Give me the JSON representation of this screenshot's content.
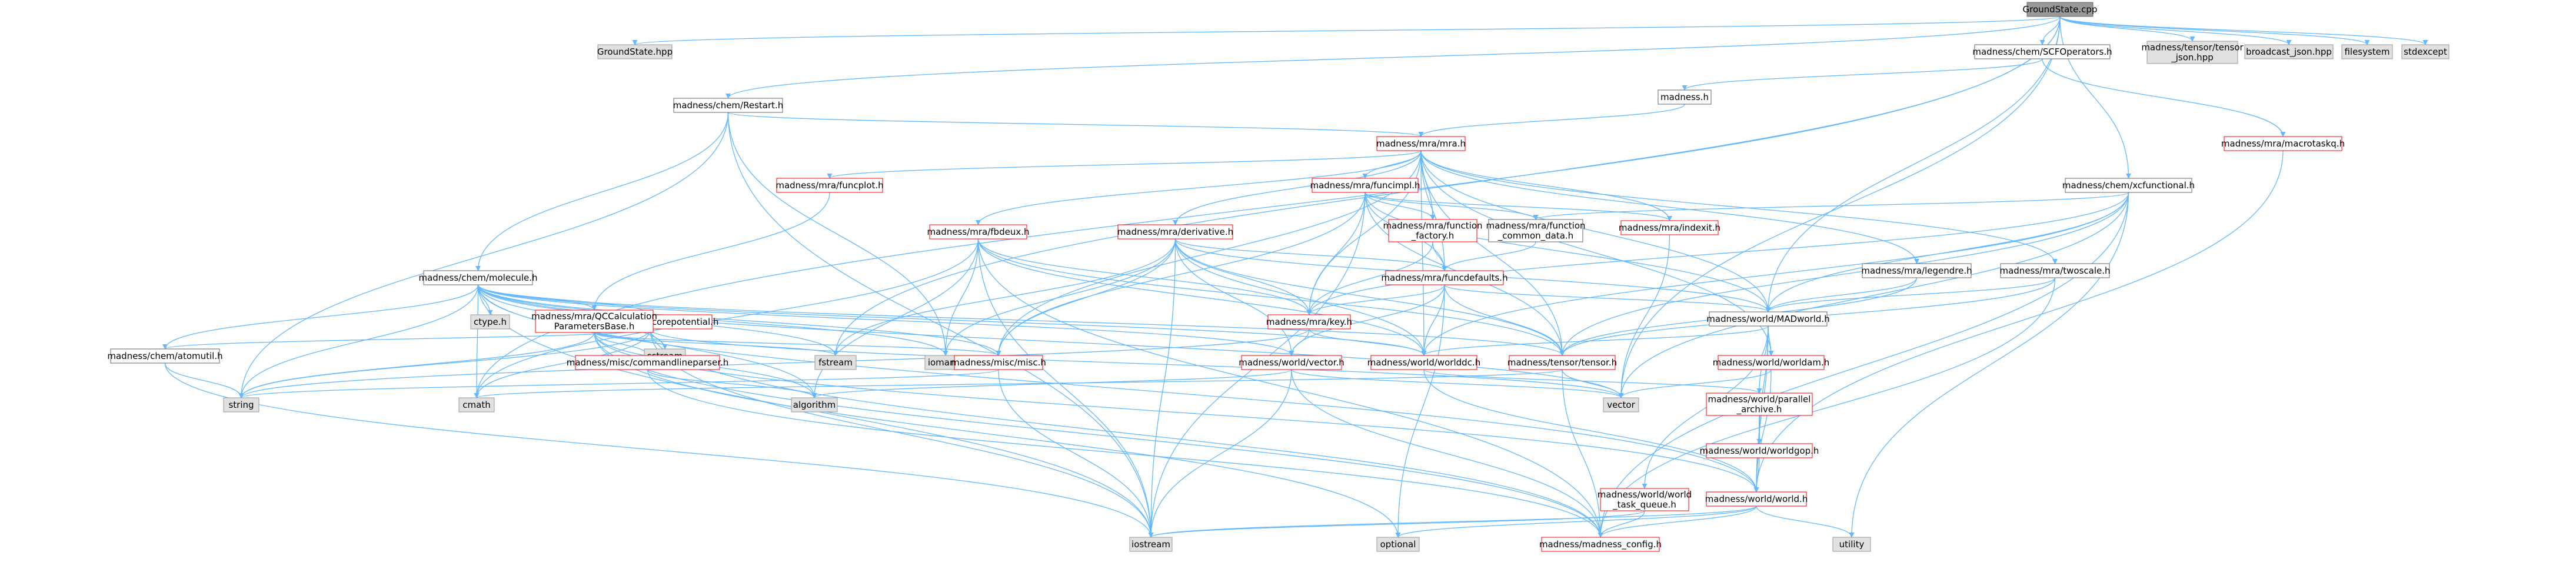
{
  "graph": {
    "colors": {
      "root_fill": "#999999",
      "gray_fill": "#e0e0e0",
      "white_fill": "#ffffff",
      "red": "#ff0000",
      "gray_border": "#999999",
      "edge": "#63b8ff",
      "edge_dark": "#1e90ff"
    },
    "nodes": [
      {
        "id": "groundstate_cpp",
        "lines": [
          "GroundState.cpp"
        ],
        "style": "root"
      },
      {
        "id": "groundstate_hpp",
        "lines": [
          "GroundState.hpp"
        ],
        "style": "gray"
      },
      {
        "id": "restart_h",
        "lines": [
          "madness/chem/Restart.h"
        ],
        "style": "normal"
      },
      {
        "id": "scfoperators_h",
        "lines": [
          "madness/chem/SCFOperators.h"
        ],
        "style": "normal"
      },
      {
        "id": "tensor_json_hpp",
        "lines": [
          "madness/tensor/tensor",
          "_json.hpp"
        ],
        "style": "gray"
      },
      {
        "id": "broadcast_json_hpp",
        "lines": [
          "broadcast_json.hpp"
        ],
        "style": "gray"
      },
      {
        "id": "filesystem",
        "lines": [
          "filesystem"
        ],
        "style": "gray"
      },
      {
        "id": "stdexcept",
        "lines": [
          "stdexcept"
        ],
        "style": "gray"
      },
      {
        "id": "madness_h",
        "lines": [
          "madness.h"
        ],
        "style": "normal"
      },
      {
        "id": "mra_h",
        "lines": [
          "madness/mra/mra.h"
        ],
        "style": "red"
      },
      {
        "id": "macrotaskq_h",
        "lines": [
          "madness/mra/macrotaskq.h"
        ],
        "style": "red"
      },
      {
        "id": "funcplot_h",
        "lines": [
          "madness/mra/funcplot.h"
        ],
        "style": "red"
      },
      {
        "id": "funcimpl_h",
        "lines": [
          "madness/mra/funcimpl.h"
        ],
        "style": "red"
      },
      {
        "id": "scfunctional_h",
        "lines": [
          "madness/chem/xcfunctional.h"
        ],
        "style": "normal"
      },
      {
        "id": "fbdeux_h",
        "lines": [
          "madness/mra/fbdeux.h"
        ],
        "style": "red"
      },
      {
        "id": "derivative_h",
        "lines": [
          "madness/mra/derivative.h"
        ],
        "style": "red"
      },
      {
        "id": "function_factory_h",
        "lines": [
          "madness/mra/function",
          "_factory.h"
        ],
        "style": "red"
      },
      {
        "id": "function_common_h",
        "lines": [
          "madness/mra/function",
          "_common_data.h"
        ],
        "style": "normal"
      },
      {
        "id": "indexit_h",
        "lines": [
          "madness/mra/indexit.h"
        ],
        "style": "red"
      },
      {
        "id": "legendre_h",
        "lines": [
          "madness/mra/legendre.h"
        ],
        "style": "normal"
      },
      {
        "id": "twoscale_h",
        "lines": [
          "madness/mra/twoscale.h"
        ],
        "style": "normal"
      },
      {
        "id": "molecule_h",
        "lines": [
          "madness/chem/molecule.h"
        ],
        "style": "normal"
      },
      {
        "id": "funcdefaults_h",
        "lines": [
          "madness/mra/funcdefaults.h"
        ],
        "style": "red"
      },
      {
        "id": "madworld_h",
        "lines": [
          "madness/world/MADworld.h"
        ],
        "style": "normal"
      },
      {
        "id": "ctype_h",
        "lines": [
          "ctype.h"
        ],
        "style": "gray"
      },
      {
        "id": "corepotential_h",
        "lines": [
          "madness/chem/corepotential.h"
        ],
        "style": "red"
      },
      {
        "id": "qccalc_h",
        "lines": [
          "madness/mra/QCCalculation",
          "ParametersBase.h"
        ],
        "style": "red"
      },
      {
        "id": "key_h",
        "lines": [
          "madness/mra/key.h"
        ],
        "style": "red"
      },
      {
        "id": "atomutil_h",
        "lines": [
          "madness/chem/atomutil.h"
        ],
        "style": "normal"
      },
      {
        "id": "sstream",
        "lines": [
          "sstream"
        ],
        "style": "gray"
      },
      {
        "id": "cmdparser_h",
        "lines": [
          "madness/misc/commandlineparser.h"
        ],
        "style": "red"
      },
      {
        "id": "fstream",
        "lines": [
          "fstream"
        ],
        "style": "gray"
      },
      {
        "id": "iomanip",
        "lines": [
          "iomanip"
        ],
        "style": "gray"
      },
      {
        "id": "misc_h",
        "lines": [
          "madness/misc/misc.h"
        ],
        "style": "red"
      },
      {
        "id": "vector_h",
        "lines": [
          "madness/world/vector.h"
        ],
        "style": "red"
      },
      {
        "id": "worlddc_h",
        "lines": [
          "madness/world/worlddc.h"
        ],
        "style": "red"
      },
      {
        "id": "tensor_h",
        "lines": [
          "madness/tensor/tensor.h"
        ],
        "style": "red"
      },
      {
        "id": "worldam_h",
        "lines": [
          "madness/world/worldam.h"
        ],
        "style": "red"
      },
      {
        "id": "string",
        "lines": [
          "string"
        ],
        "style": "gray"
      },
      {
        "id": "cmath",
        "lines": [
          "cmath"
        ],
        "style": "gray"
      },
      {
        "id": "algorithm",
        "lines": [
          "algorithm"
        ],
        "style": "gray"
      },
      {
        "id": "vector",
        "lines": [
          "vector"
        ],
        "style": "gray"
      },
      {
        "id": "parallel_archive_h",
        "lines": [
          "madness/world/parallel",
          "_archive.h"
        ],
        "style": "red"
      },
      {
        "id": "worldgop_h",
        "lines": [
          "madness/world/worldgop.h"
        ],
        "style": "red"
      },
      {
        "id": "world_task_queue_h",
        "lines": [
          "madness/world/world",
          "_task_queue.h"
        ],
        "style": "red"
      },
      {
        "id": "world_h",
        "lines": [
          "madness/world/world.h"
        ],
        "style": "red"
      },
      {
        "id": "optional",
        "lines": [
          "optional"
        ],
        "style": "gray"
      },
      {
        "id": "utility",
        "lines": [
          "utility"
        ],
        "style": "gray"
      },
      {
        "id": "iostream",
        "lines": [
          "iostream"
        ],
        "style": "gray"
      },
      {
        "id": "madness_config_h",
        "lines": [
          "madness/madness_config.h"
        ],
        "style": "red"
      }
    ]
  }
}
